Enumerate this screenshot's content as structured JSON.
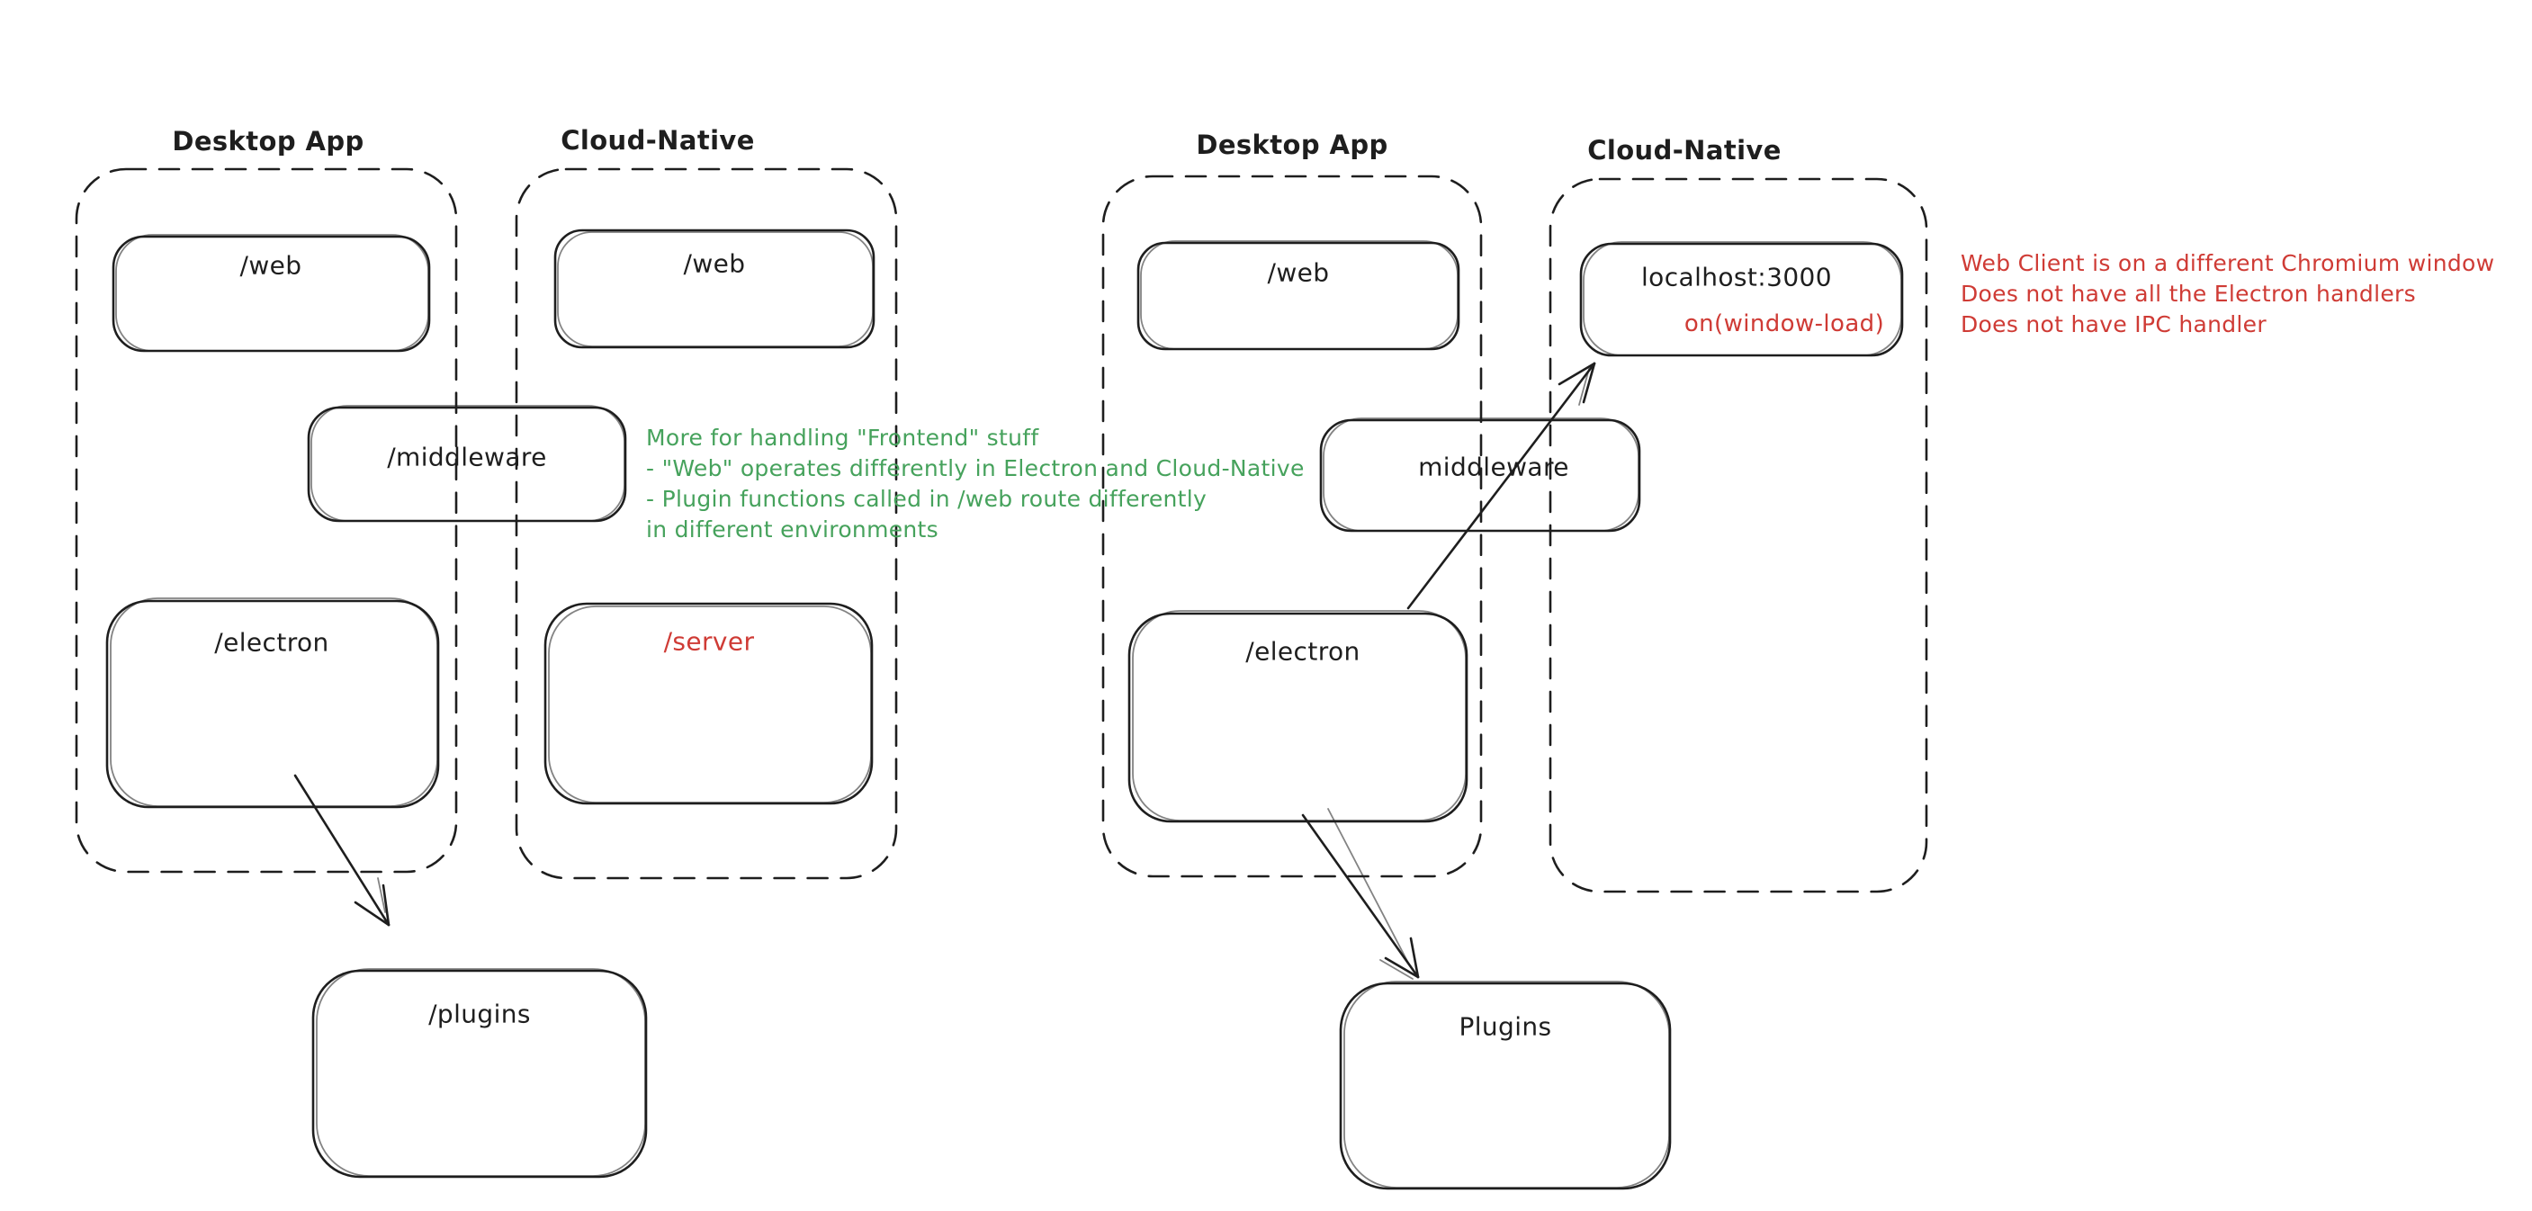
{
  "colors": {
    "background": "#ffffff",
    "ink": "#1e1e1e",
    "green": "#46a25c",
    "red": "#cf3b35"
  },
  "left": {
    "desktop_label": "Desktop App",
    "cloud_label": "Cloud-Native",
    "web_desktop": "/web",
    "web_cloud": "/web",
    "middleware": "/middleware",
    "electron": "/electron",
    "server": "/server",
    "plugins": "/plugins",
    "green_note_lines": [
      "More for handling \"Frontend\" stuff",
      "- \"Web\" operates differently in Electron and Cloud-Native",
      "- Plugin functions called in /web route differently",
      "in different environments"
    ]
  },
  "right": {
    "desktop_label": "Desktop App",
    "cloud_label": "Cloud-Native",
    "web": "/web",
    "localhost_title": "localhost:3000",
    "localhost_event": "on(window-load)",
    "middleware": "middleware",
    "electron": "/electron",
    "plugins": "Plugins",
    "red_note_lines": [
      "Web Client is on a different Chromium window",
      "Does not have all the Electron handlers",
      "Does not have IPC handler"
    ]
  }
}
